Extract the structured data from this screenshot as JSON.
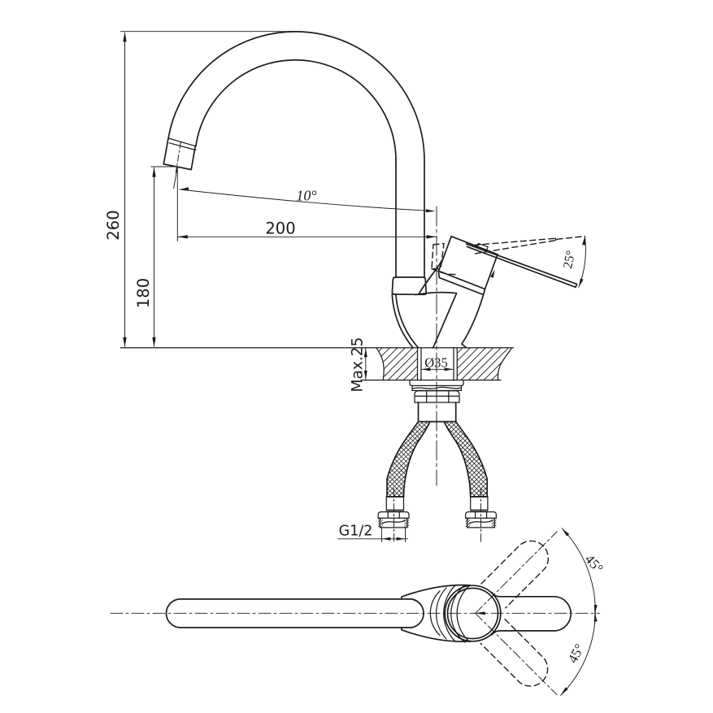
{
  "page": {
    "background": "#ffffff",
    "ink_color": "#1c1c1c",
    "kind": "technical dimension drawing",
    "subject": "single-lever kitchen sink mixer tap: side elevation with mounting section and plan view of handle swivel range"
  },
  "drawing": {
    "side_view": {
      "dim_overall_height": "260",
      "dim_spout_height": "180",
      "dim_spout_reach": "200",
      "dim_spout_outlet_angle": "10°",
      "dim_handle_lift_angle": "25°",
      "dim_counter_thickness": "Max.25",
      "dim_mounting_hole": "Ø35",
      "dim_hose_thread": "G1/2"
    },
    "top_view": {
      "dim_handle_swivel_up": "45°",
      "dim_handle_swivel_down": "45°"
    }
  }
}
